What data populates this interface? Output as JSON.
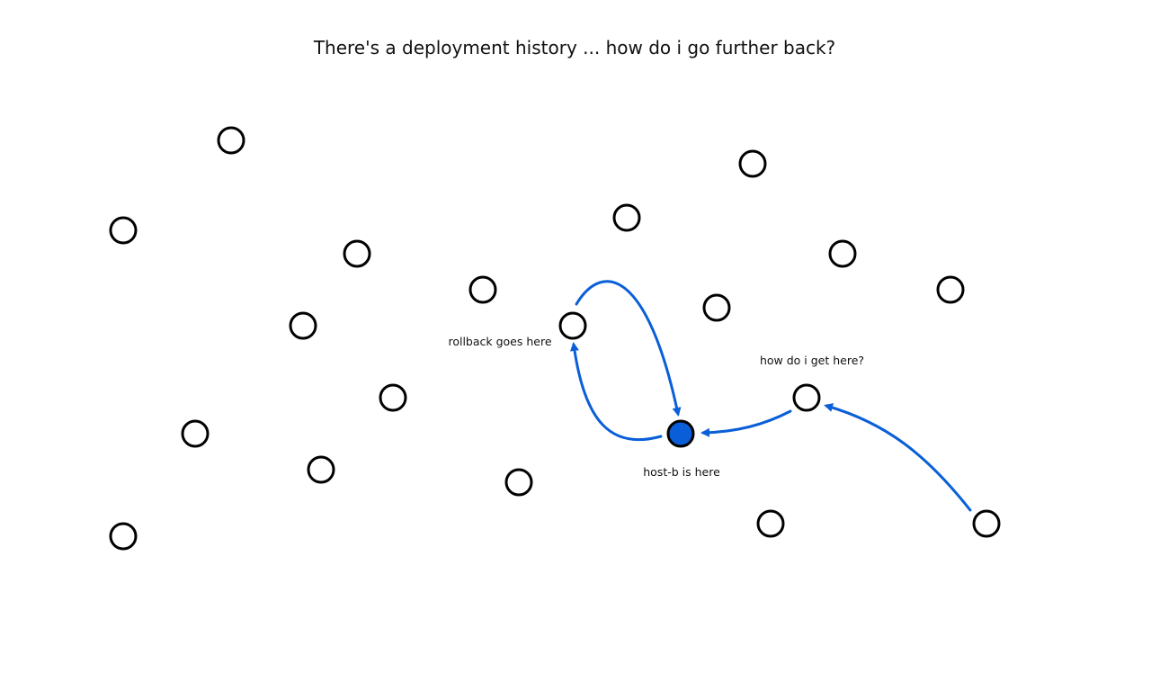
{
  "title": "There's a deployment history ... how do i go further back?",
  "colors": {
    "node_stroke": "#000000",
    "node_fill": "#ffffff",
    "highlight_fill": "#0a5fd8",
    "edge": "#0a5fd8"
  },
  "annotations": {
    "rollback": "rollback goes here",
    "target": "how do i get here?",
    "current": "host-b is here"
  },
  "nodes": [
    {
      "id": "n1",
      "highlight": false
    },
    {
      "id": "n2",
      "highlight": false
    },
    {
      "id": "n3",
      "highlight": false
    },
    {
      "id": "n4",
      "highlight": false
    },
    {
      "id": "n5",
      "highlight": false
    },
    {
      "id": "n6",
      "highlight": false
    },
    {
      "id": "n7",
      "highlight": false
    },
    {
      "id": "n8",
      "highlight": false
    },
    {
      "id": "n9",
      "highlight": false
    },
    {
      "id": "n10",
      "highlight": false
    },
    {
      "id": "n11",
      "highlight": false
    },
    {
      "id": "n12",
      "highlight": false
    },
    {
      "id": "rollback",
      "highlight": false
    },
    {
      "id": "n14",
      "highlight": false
    },
    {
      "id": "n15",
      "highlight": false
    },
    {
      "id": "n16",
      "highlight": false
    },
    {
      "id": "n17",
      "highlight": false
    },
    {
      "id": "target",
      "highlight": false
    },
    {
      "id": "current",
      "highlight": true
    },
    {
      "id": "n20",
      "highlight": false
    },
    {
      "id": "origin",
      "highlight": false
    }
  ],
  "edges": [
    {
      "from": "origin",
      "to": "target"
    },
    {
      "from": "target",
      "to": "current"
    },
    {
      "from": "current",
      "to": "rollback"
    },
    {
      "from": "rollback",
      "to": "current"
    }
  ]
}
